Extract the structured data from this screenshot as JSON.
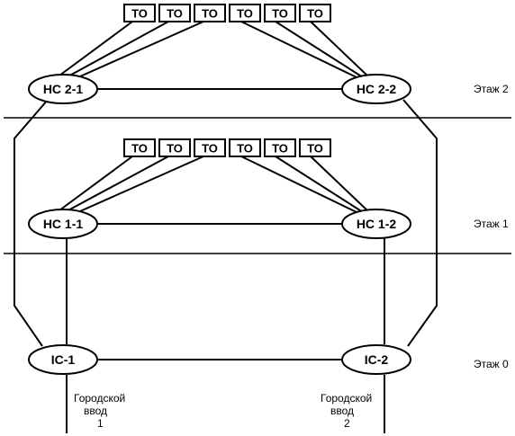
{
  "floors": {
    "floor2": "Этаж 2",
    "floor1": "Этаж 1",
    "floor0": "Этаж 0"
  },
  "nodes": {
    "hc21": "НС 2-1",
    "hc22": "НС 2-2",
    "hc11": "НС 1-1",
    "hc12": "НС 1-2",
    "ic1": "IC-1",
    "ic2": "IC-2"
  },
  "to_label": "ТО",
  "entries": {
    "entry1": [
      "Городской",
      "ввод",
      "1"
    ],
    "entry2": [
      "Городской",
      "ввод",
      "2"
    ]
  }
}
